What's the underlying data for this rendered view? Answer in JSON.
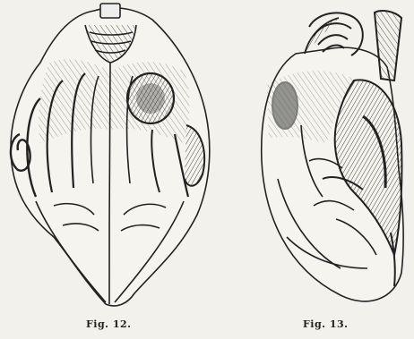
{
  "figures": [
    {
      "id": "fig-12",
      "caption": "Fig. 12."
    },
    {
      "id": "fig-13",
      "caption": "Fig. 13."
    }
  ],
  "colors": {
    "paper": "#f3f1ec",
    "ink": "#222222"
  }
}
